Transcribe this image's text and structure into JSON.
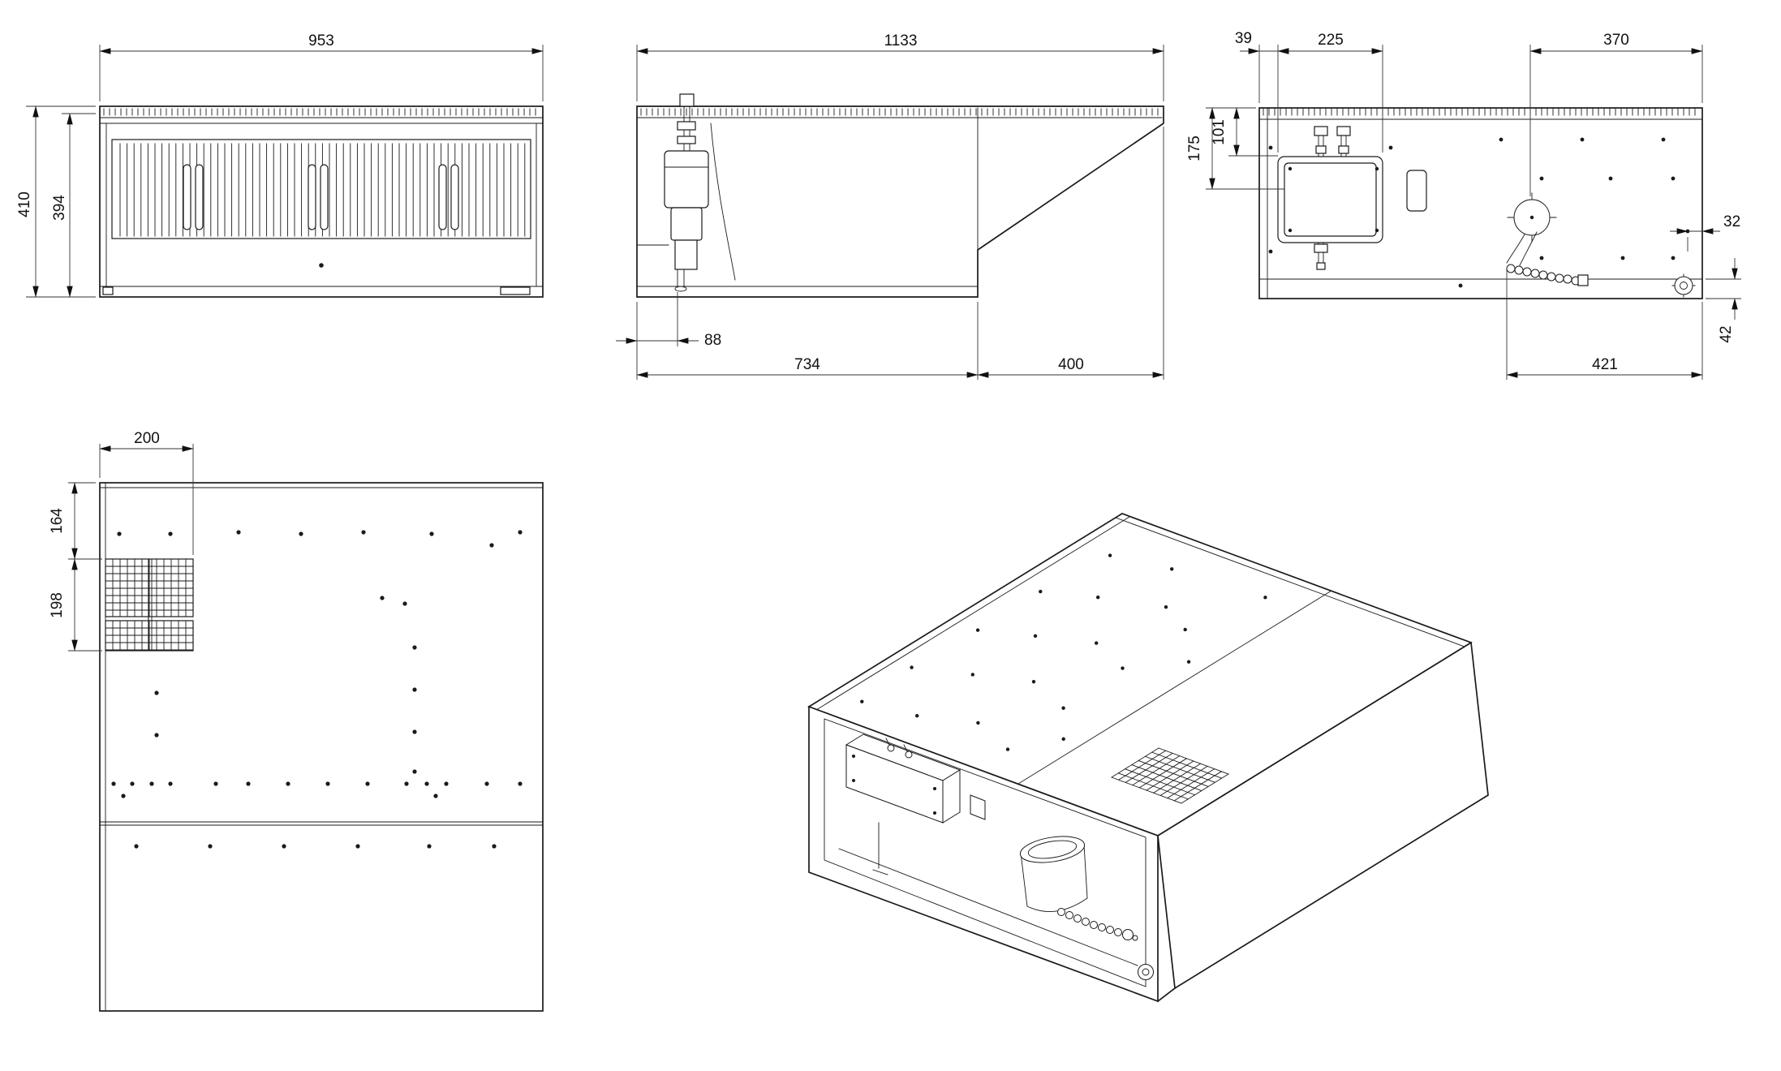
{
  "page": {
    "background": "#ffffff",
    "line_color": "#1a1a1a"
  },
  "views": {
    "front": {
      "dims": {
        "width": "953",
        "height_overall": "410",
        "height_body": "394"
      }
    },
    "side": {
      "dims": {
        "depth_overall": "1133",
        "drain_offset": "88",
        "depth_body": "734",
        "depth_canopy": "400"
      }
    },
    "back": {
      "dims": {
        "left_offset": "39",
        "box_width": "225",
        "right_span": "370",
        "top_to_box": "101",
        "top_to_entry": "175",
        "edge_to_holes": "32",
        "drain_span": "421",
        "bottom_band": "42"
      }
    },
    "plan": {
      "dims": {
        "grille_width": "200",
        "top_to_grille": "164",
        "grille_height": "198"
      }
    }
  }
}
